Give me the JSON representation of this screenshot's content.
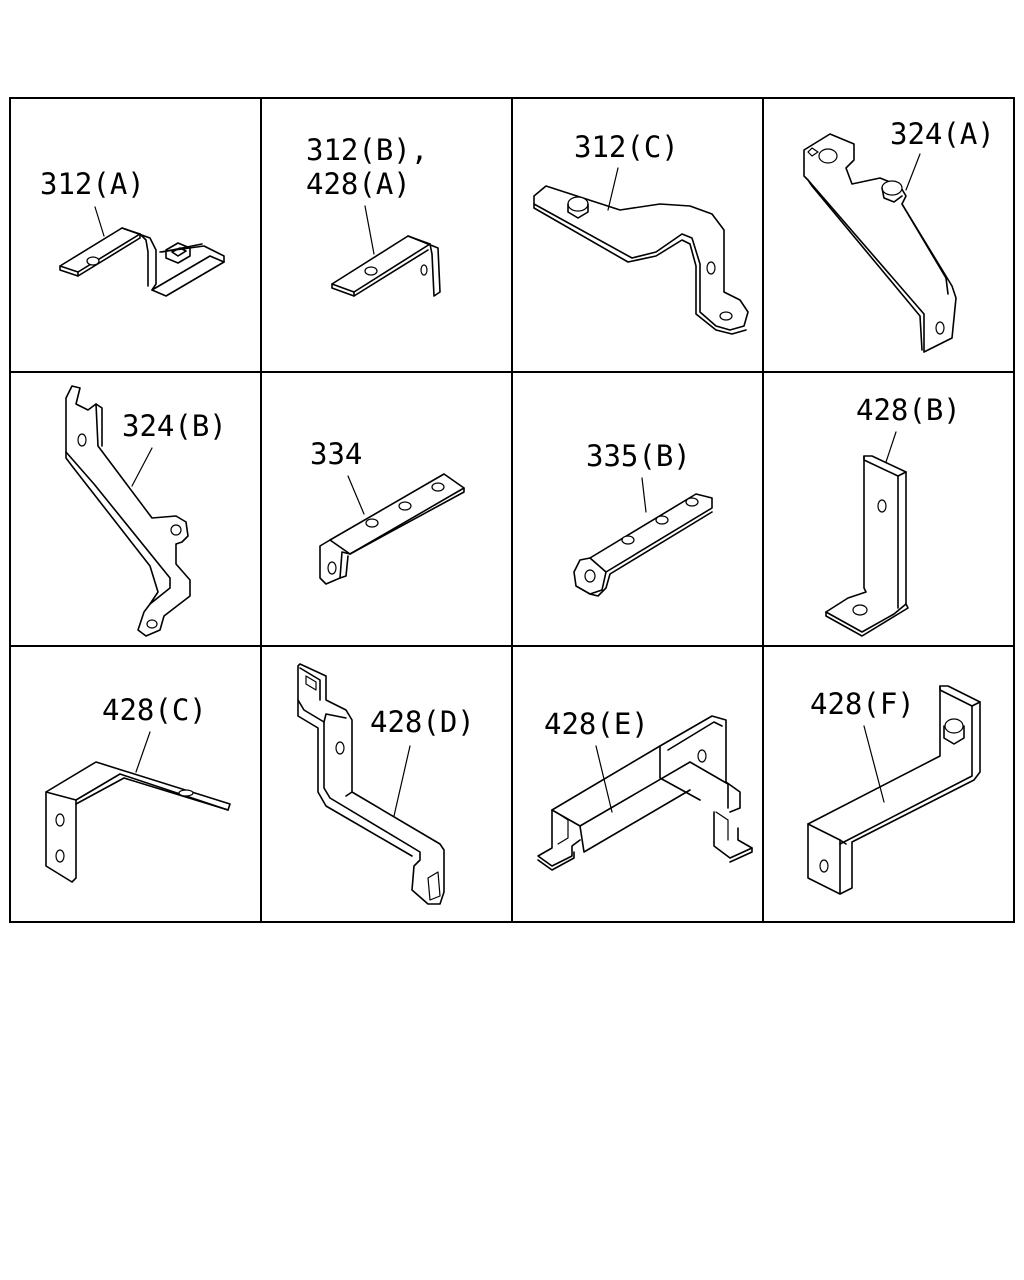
{
  "parts": [
    {
      "id": "p312a",
      "label": "312(A)"
    },
    {
      "id": "p312b",
      "label": "312(B),",
      "label2": "428(A)"
    },
    {
      "id": "p312c",
      "label": "312(C)"
    },
    {
      "id": "p324a",
      "label": "324(A)"
    },
    {
      "id": "p324b",
      "label": "324(B)"
    },
    {
      "id": "p334",
      "label": "334"
    },
    {
      "id": "p335b",
      "label": "335(B)"
    },
    {
      "id": "p428b",
      "label": "428(B)"
    },
    {
      "id": "p428c",
      "label": "428(C)"
    },
    {
      "id": "p428d",
      "label": "428(D)"
    },
    {
      "id": "p428e",
      "label": "428(E)"
    },
    {
      "id": "p428f",
      "label": "428(F)"
    }
  ]
}
